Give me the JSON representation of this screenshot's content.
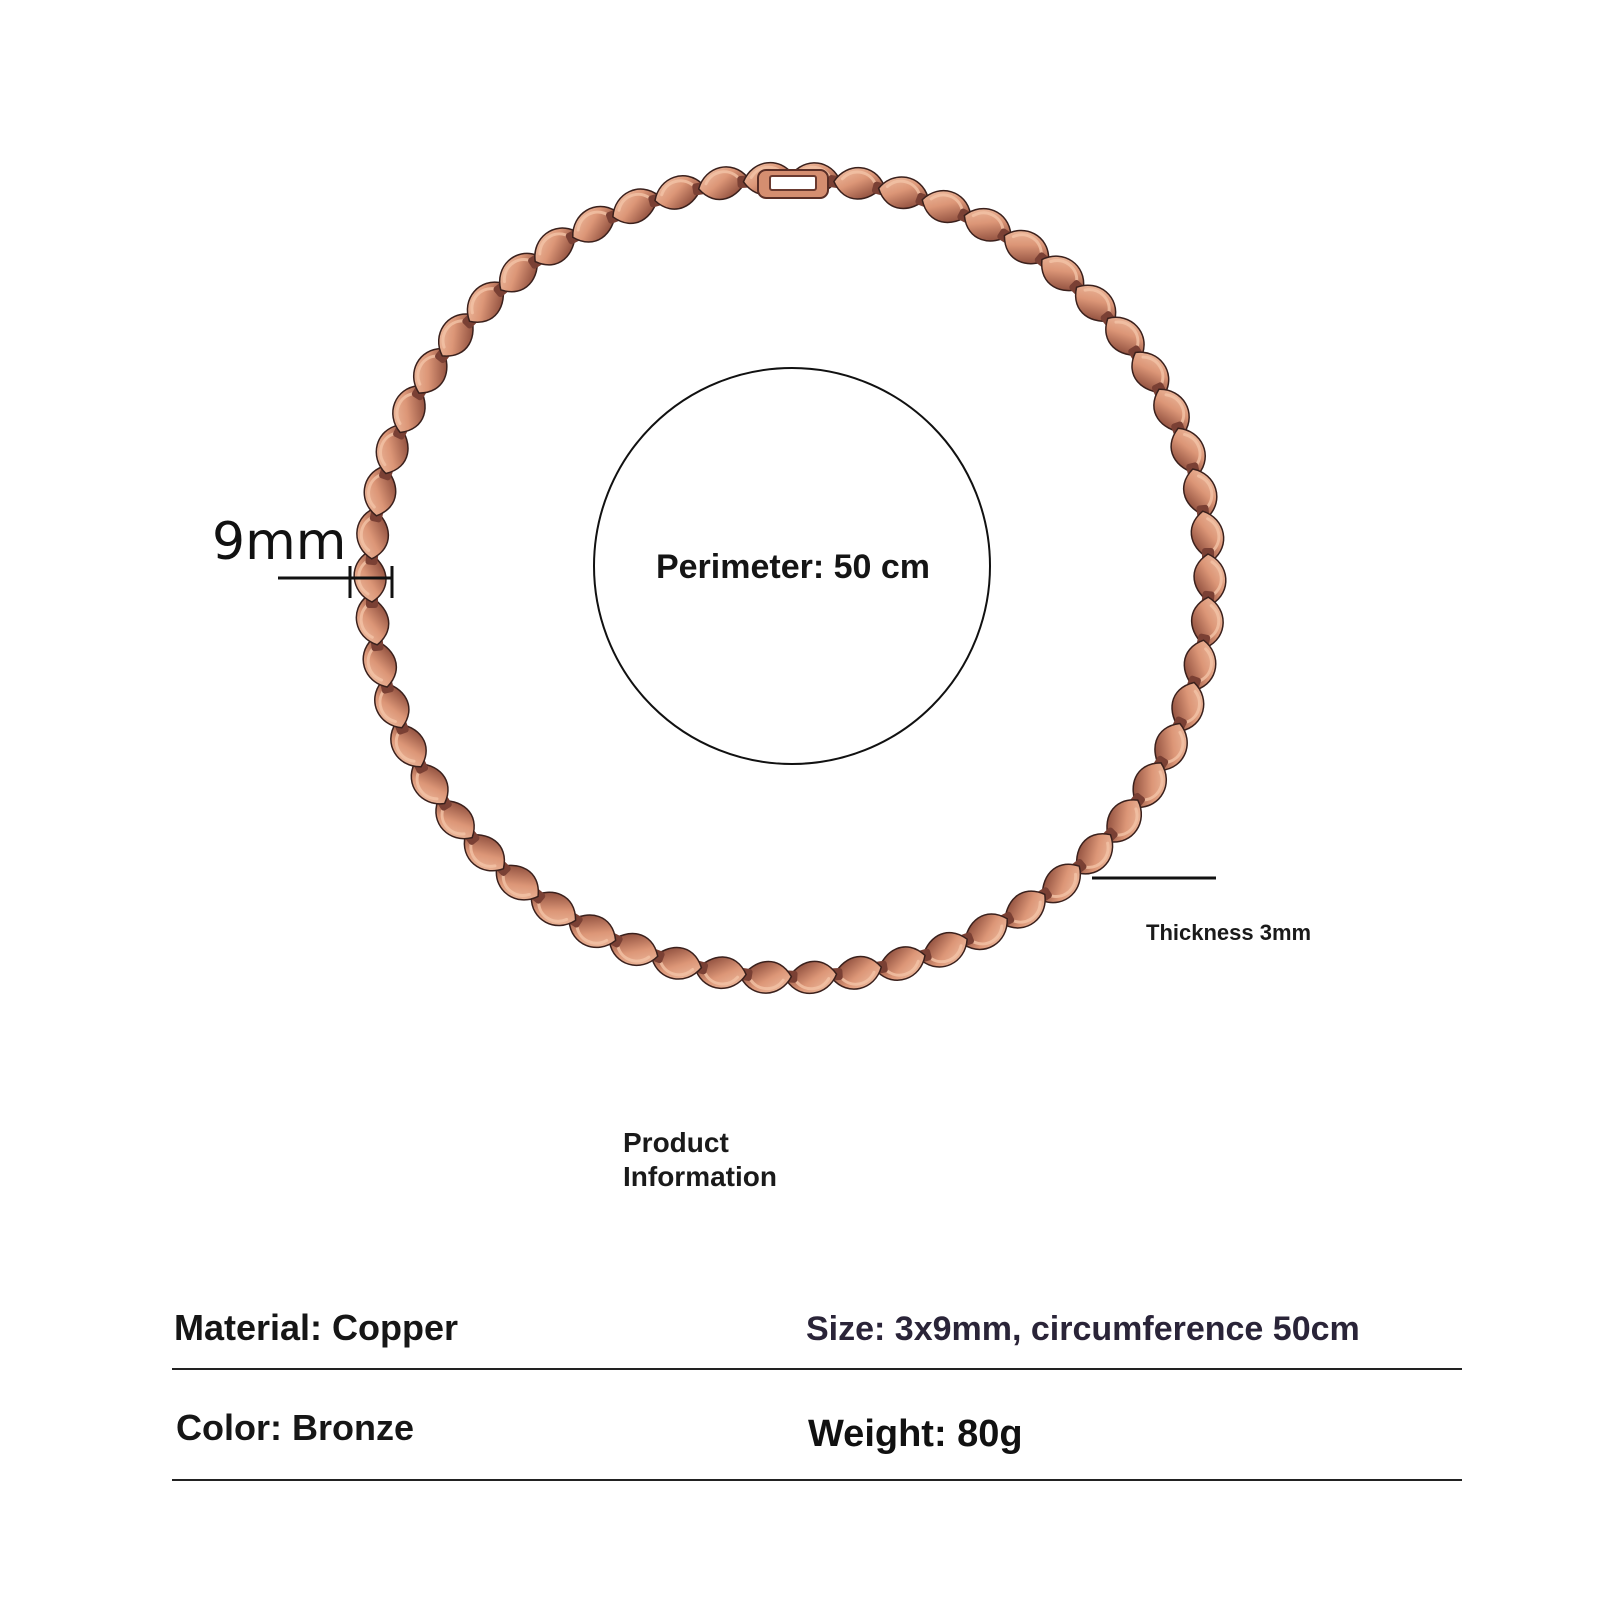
{
  "product_image": {
    "icon": "copper-leaf-necklace-icon",
    "link_colors": {
      "highlight": "#f2c3a6",
      "mid": "#d99272",
      "dark": "#7a4034",
      "shadow": "#3a201c"
    },
    "perimeter_label": "Perimeter: 50 cm",
    "width_label": "9mm",
    "thickness_label": "Thickness 3mm"
  },
  "section_title": "Product Information",
  "specs": {
    "material": "Material: Copper",
    "size": "Size: 3x9mm, circumference 50cm",
    "color": "Color: Bronze",
    "weight": "Weight: 80g"
  }
}
